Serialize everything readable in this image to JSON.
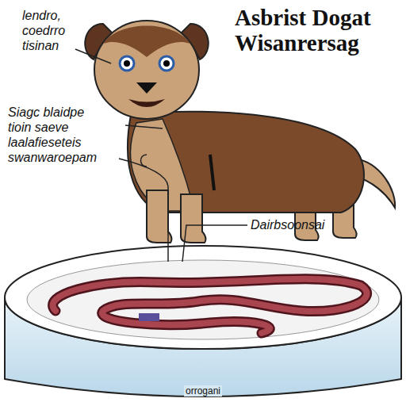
{
  "diagram": {
    "title": "Asbrist Dogat Wisanrersag",
    "labels": [
      "lendro, coedrro tisinan",
      "Siagc blaidpe tioin saeve laalafieseteis swanwaroepam",
      "Dairbsoonsai",
      "orrogani"
    ]
  }
}
